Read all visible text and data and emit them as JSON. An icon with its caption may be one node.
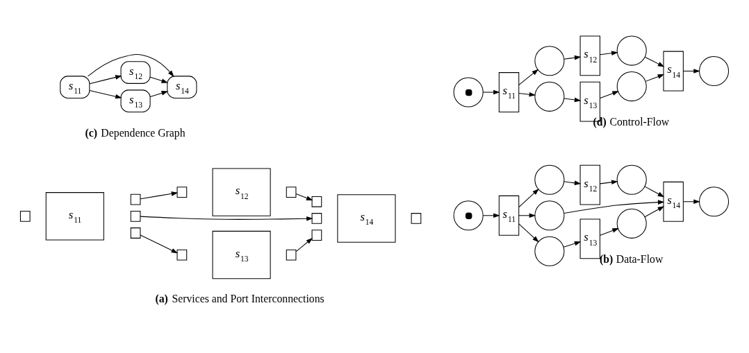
{
  "diagram": {
    "nodes": [
      {
        "text": [
          "*s*$_{11}$"
        ]
      },
      {
        "text": [],
        "shape": "box"
      },
      {
        "text": [],
        "shape": "box"
      },
      {
        "text": [],
        "shape": "box"
      },
      {
        "text": [],
        "shape": "box"
      },
      {
        "text": [
          "*s*$_{12}$"
        ]
      },
      {
        "text": [],
        "shape": "box"
      },
      {
        "text": [],
        "shape": "box"
      },
      {
        "text": [
          "*s*$_{13}$"
        ]
      },
      {
        "text": [],
        "shape": "box"
      },
      {
        "text": [],
        "shape": "box"
      },
      {
        "text": [
          "*s*$_{14}$"
        ]
      },
      {
        "text": [],
        "shape": "box"
      },
      {
        "text": [],
        "shape": "box"
      },
      {
        "text": [],
        "shape": "box"
      },
      {
        "text": [],
        "shape": "box"
      },
      {
        "text": [],
        "shape": "circle"
      },
      {
        "text": [
          "*s*$_{11}$"
        ]
      },
      {
        "text": [],
        "shape": "circle"
      },
      {
        "text": [],
        "shape": "circle"
      },
      {
        "text": [],
        "shape": "circle"
      },
      {
        "text": [
          "*s*$_{12}$"
        ]
      },
      {
        "text": [
          "*s*$_{13}$"
        ]
      },
      {
        "text": [],
        "shape": "circle"
      },
      {
        "text": [],
        "shape": "circle"
      },
      {
        "text": [
          "*s*$_{14}$"
        ]
      },
      {
        "text": [],
        "shape": "circle"
      },
      {
        "text": [
          "*s*$_{11}$"
        ]
      },
      {
        "text": [
          "*s*$_{12}$"
        ]
      },
      {
        "text": [
          "*s*$_{13}$"
        ]
      },
      {
        "text": [
          "*s*$_{14}$"
        ]
      },
      {
        "text": [],
        "shape": "circle"
      },
      {
        "text": [
          "*s*$_{11}$"
        ]
      },
      {
        "text": [],
        "shape": "circle"
      },
      {
        "text": [],
        "shape": "circle"
      },
      {
        "text": [
          "*s*$_{12}$"
        ]
      },
      {
        "text": [
          "*s*$_{13}$"
        ]
      },
      {
        "text": [],
        "shape": "circle"
      },
      {
        "text": [],
        "shape": "circle"
      },
      {
        "text": [
          "*s*$_{14}$"
        ]
      },
      {
        "text": [],
        "shape": "circle"
      }
    ],
    "edges": [
      {
        "from": 2,
        "to": 6,
        "arrow": "to"
      },
      {
        "from": 3,
        "to": 13,
        "arrow": "to"
      },
      {
        "from": 4,
        "to": 9,
        "arrow": "to"
      },
      {
        "from": 7,
        "to": 12,
        "arrow": "to"
      },
      {
        "from": 10,
        "to": 14,
        "arrow": "to"
      },
      {
        "from": 16,
        "to": 17,
        "arrow": "to"
      },
      {
        "from": 17,
        "to": 18,
        "arrow": "to"
      },
      {
        "from": 17,
        "to": 19,
        "arrow": "to"
      },
      {
        "from": 17,
        "to": 20,
        "arrow": "to"
      },
      {
        "from": 18,
        "to": 21,
        "arrow": "to"
      },
      {
        "from": 21,
        "to": 23,
        "arrow": "to"
      },
      {
        "from": 19,
        "to": 25,
        "arrow": "to"
      },
      {
        "from": 20,
        "to": 22,
        "arrow": "to"
      },
      {
        "from": 22,
        "to": 24,
        "arrow": "to"
      },
      {
        "from": 23,
        "to": 25,
        "arrow": "to"
      },
      {
        "from": 24,
        "to": 25,
        "arrow": "to"
      },
      {
        "from": 25,
        "to": 26,
        "arrow": "to"
      },
      {
        "from": 27,
        "to": 28,
        "arrow": "to"
      },
      {
        "from": 27,
        "to": 30,
        "arrow": "to"
      },
      {
        "from": 27,
        "to": 29,
        "arrow": "to"
      },
      {
        "from": 28,
        "to": 30,
        "arrow": "to"
      },
      {
        "from": 29,
        "to": 30,
        "arrow": "to"
      },
      {
        "from": 31,
        "to": 32,
        "arrow": "to"
      },
      {
        "from": 32,
        "to": 33,
        "arrow": "to"
      },
      {
        "from": 32,
        "to": 34,
        "arrow": "to"
      },
      {
        "from": 33,
        "to": 35,
        "arrow": "to"
      },
      {
        "from": 35,
        "to": 37,
        "arrow": "to"
      },
      {
        "from": 34,
        "to": 36,
        "arrow": "to"
      },
      {
        "from": 36,
        "to": 38,
        "arrow": "to"
      },
      {
        "from": 37,
        "to": 39,
        "arrow": "to"
      },
      {
        "from": 38,
        "to": 39,
        "arrow": "to"
      },
      {
        "from": 39,
        "to": 40,
        "arrow": "to"
      }
    ],
    "labels": [
      "**(a)** Services and Port Interconnections",
      "**(b)** Data-Flow",
      "**(c)** Dependence Graph",
      "**(d)** Control-Flow"
    ]
  }
}
